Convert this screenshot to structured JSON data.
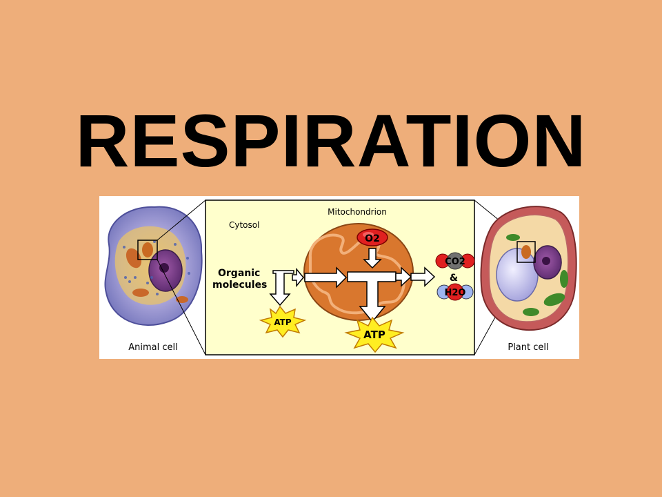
{
  "slide": {
    "title": "RESPIRATION"
  },
  "diagram": {
    "animal_cell_label": "Animal cell",
    "plant_cell_label": "Plant cell",
    "cytosol_label": "Cytosol",
    "mitochondrion_label": "Mitochondrion",
    "organic_line1": "Organic",
    "organic_line2": "molecules",
    "oxygen_label": "O2",
    "atp_small_label": "ATP",
    "atp_large_label": "ATP",
    "co2_label": "CO2",
    "ampersand_label": "&",
    "h2o_label": "H2O"
  },
  "colors": {
    "background": "#eeae7a",
    "inset_panel": "#ffffcc",
    "mitochondrion": "#d9772e",
    "atp_burst": "#ffee22",
    "oxygen": "#e02020"
  }
}
